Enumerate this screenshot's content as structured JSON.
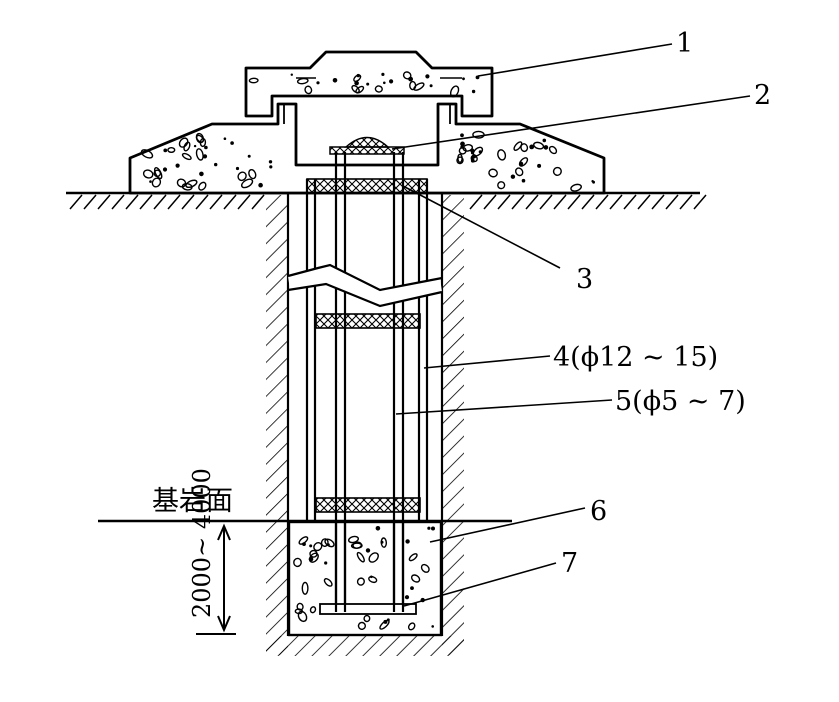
{
  "diagram": {
    "labels": {
      "l1": "1",
      "l2": "2",
      "l3": "3",
      "l4": "4(ϕ12 ~ 15)",
      "l5": "5(ϕ5 ~ 7)",
      "l6": "6",
      "l7": "7"
    },
    "bedrock_label": "基岩面",
    "depth_label": "2000~ 4000"
  },
  "colors": {
    "line": "#000000",
    "background": "#ffffff"
  }
}
